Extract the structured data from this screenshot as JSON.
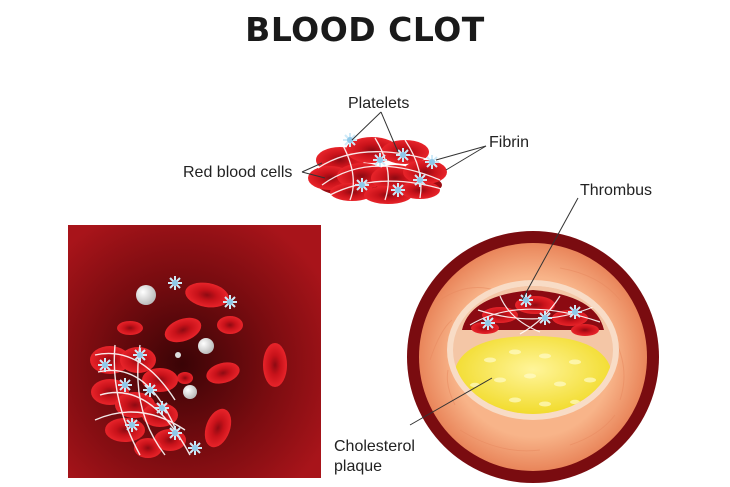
{
  "title": "BLOOD CLOT",
  "labels": {
    "platelets": "Platelets",
    "fibrin": "Fibrin",
    "red_blood_cells": "Red blood cells",
    "thrombus": "Thrombus",
    "cholesterol_line1": "Cholesterol",
    "cholesterol_line2": "plaque"
  },
  "colors": {
    "red_cell": "#d4141c",
    "dark_red": "#8a0a12",
    "vessel_outer": "#7a0c10",
    "vessel_wall": "#f4a57a",
    "plaque": "#f5e62a",
    "platelet": "#bfe3f7"
  }
}
